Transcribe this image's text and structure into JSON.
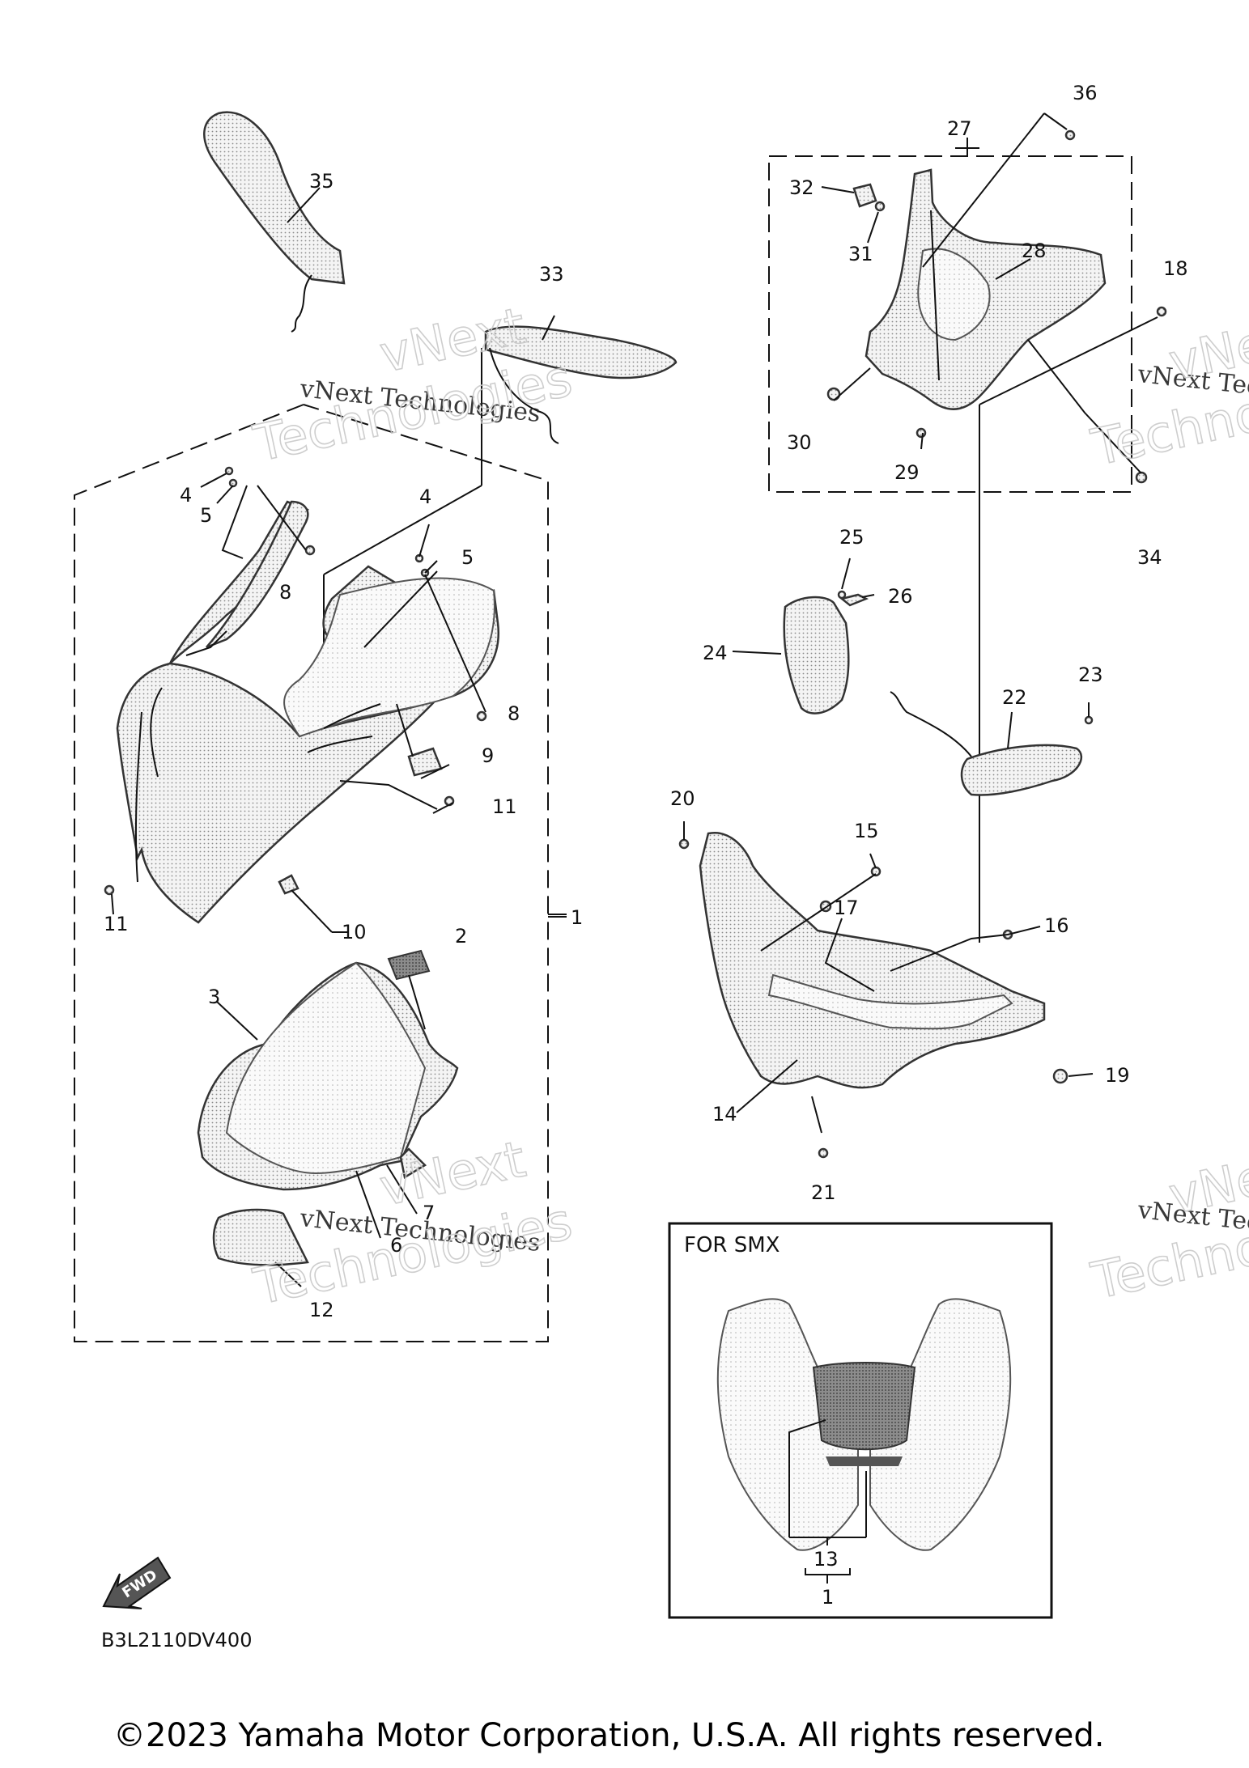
{
  "diagram_code": "B3L2110DV400",
  "fwd_label": "FWD",
  "inset_title": "FOR SMX",
  "watermark": "vNext Technologies",
  "watermark_big": "Technologies",
  "watermark_big_alt": "vNext",
  "copyright": "©2023 Yamaha Motor Corporation, U.S.A. All rights reserved.",
  "callouts": {
    "c1": "1",
    "c1b": "1",
    "c2": "2",
    "c3": "3",
    "c4a": "4",
    "c4b": "4",
    "c5a": "5",
    "c5b": "5",
    "c6": "6",
    "c7": "7",
    "c8a": "8",
    "c8b": "8",
    "c9": "9",
    "c10": "10",
    "c11a": "11",
    "c11b": "11",
    "c12": "12",
    "c13": "13",
    "c14": "14",
    "c15": "15",
    "c16": "16",
    "c17": "17",
    "c18": "18",
    "c19": "19",
    "c20": "20",
    "c21": "21",
    "c22": "22",
    "c23": "23",
    "c24": "24",
    "c25": "25",
    "c26": "26",
    "c27": "27",
    "c28": "28",
    "c29": "29",
    "c30": "30",
    "c31": "31",
    "c32": "32",
    "c33": "33",
    "c34": "34",
    "c35": "35",
    "c36": "36"
  }
}
